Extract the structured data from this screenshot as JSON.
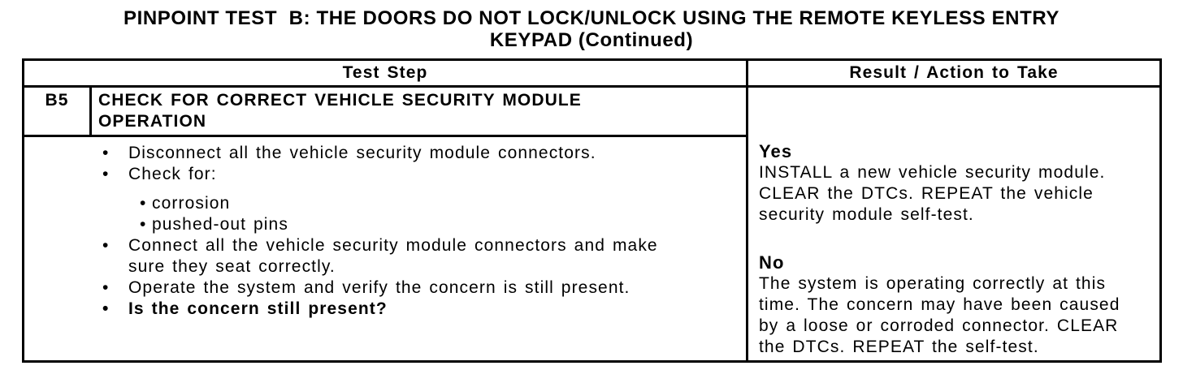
{
  "title": {
    "line1": "PINPOINT TEST  B: THE DOORS DO NOT LOCK/UNLOCK USING THE REMOTE KEYLESS ENTRY",
    "line2": "KEYPAD (Continued)"
  },
  "table": {
    "headers": [
      "Test Step",
      "Result / Action to Take"
    ],
    "step": {
      "id": "B5",
      "title": "CHECK FOR CORRECT VEHICLE SECURITY MODULE OPERATION",
      "instructions": [
        {
          "level": 1,
          "bold": false,
          "text": "Disconnect all the vehicle security module connectors."
        },
        {
          "level": 1,
          "bold": false,
          "text": "Check for:"
        },
        {
          "level": 2,
          "bold": false,
          "text": "corrosion"
        },
        {
          "level": 2,
          "bold": false,
          "text": "pushed-out pins"
        },
        {
          "level": 1,
          "bold": false,
          "text": "Connect all the vehicle security module connectors and make sure they seat correctly."
        },
        {
          "level": 1,
          "bold": false,
          "text": "Operate the system and verify the concern is still present."
        },
        {
          "level": 1,
          "bold": true,
          "text": "Is the concern still present?"
        }
      ]
    },
    "result": {
      "yes": {
        "label": "Yes",
        "action": "INSTALL a new vehicle security module. CLEAR the DTCs. REPEAT the vehicle security module self-test."
      },
      "no": {
        "label": "No",
        "action": "The system is operating correctly at this time. The concern may have been caused by a loose or corroded connector. CLEAR the DTCs. REPEAT the self-test."
      }
    }
  },
  "colors": {
    "text": "#000000",
    "background": "#ffffff",
    "border": "#000000"
  }
}
